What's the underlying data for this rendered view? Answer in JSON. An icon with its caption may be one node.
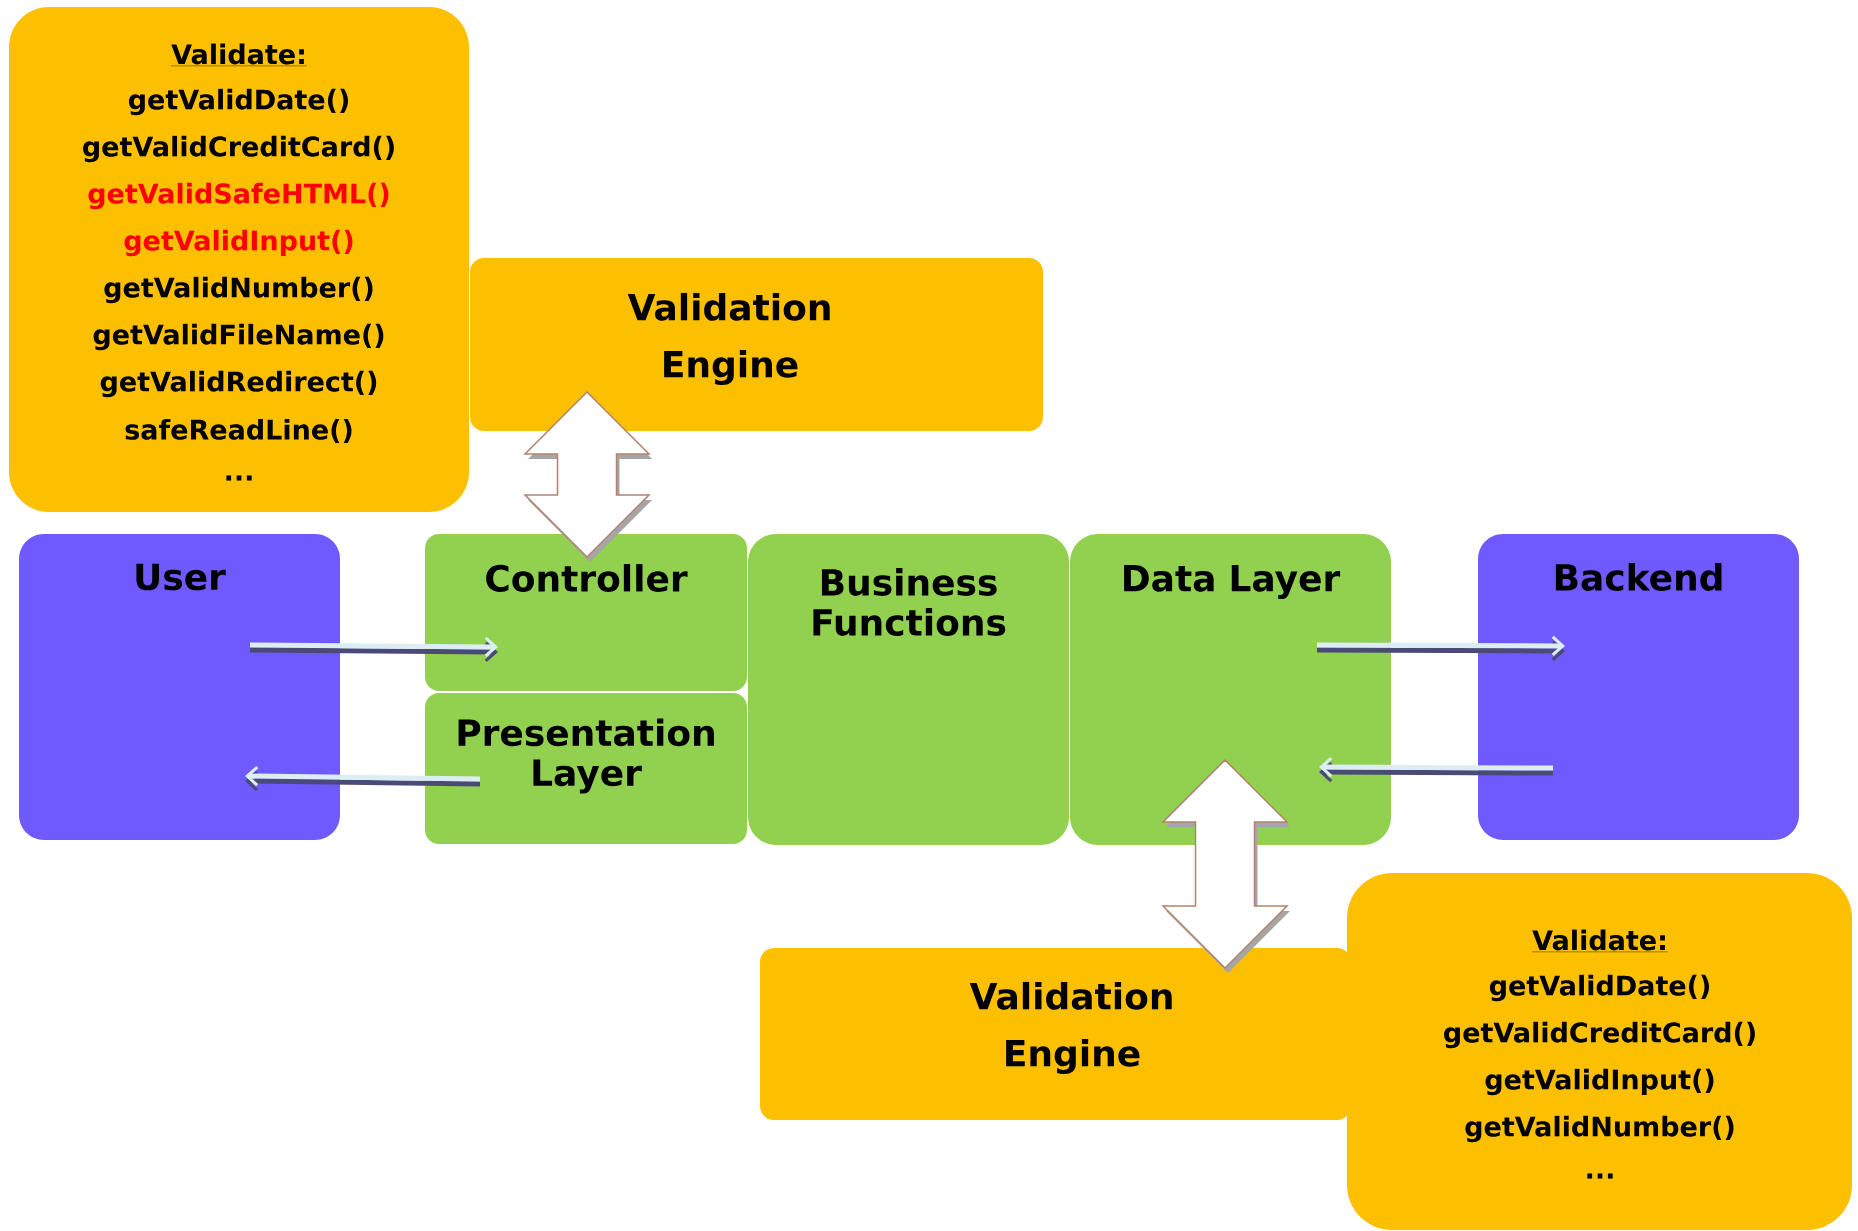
{
  "diagram": {
    "nodes": [
      {
        "text": [
          "Validation Engine"
        ]
      },
      {
        "text": [
          "Validate:",
          "getValidDate()",
          "getValidCreditCard()",
          "getValidSafeHTML()",
          "getValidInput()",
          "getValidNumber()",
          "getValidFileName()",
          "getValidRedirect()",
          "safeReadLine()",
          "..."
        ]
      },
      {
        "text": [
          "User"
        ]
      },
      {
        "text": [
          "Controller"
        ]
      },
      {
        "text": [
          "Presentation Layer"
        ]
      },
      {
        "text": [
          "Business Functions"
        ]
      },
      {
        "text": [
          "Data Layer"
        ]
      },
      {
        "text": [
          "Backend"
        ]
      },
      {
        "text": [
          "Validation Engine"
        ]
      },
      {
        "text": [
          "Validate:",
          "getValidDate()",
          "getValidCreditCard()",
          "getValidInput()",
          "getValidNumber()",
          "..."
        ]
      }
    ],
    "edges": [
      {
        "from": 0,
        "to": 3,
        "arrow": "both",
        "style": "thick"
      },
      {
        "from": 2,
        "to": 3,
        "arrow": "to"
      },
      {
        "from": 4,
        "to": 2,
        "arrow": "to"
      },
      {
        "from": 6,
        "to": 7,
        "arrow": "to"
      },
      {
        "from": 7,
        "to": 6,
        "arrow": "to"
      },
      {
        "from": 6,
        "to": 8,
        "arrow": "both",
        "style": "thick"
      }
    ]
  }
}
